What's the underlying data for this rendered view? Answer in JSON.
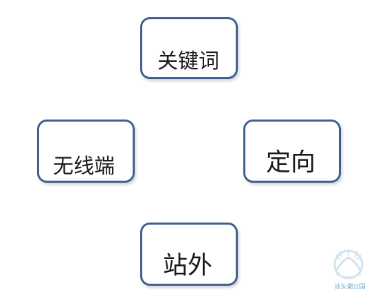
{
  "nodes": {
    "top": "关键词",
    "left": "无线端",
    "right": "定向",
    "bottom": "站外"
  },
  "watermark": {
    "text": "汕头潮公园",
    "icon": "park-logo-icon",
    "color": "#6fa6c9"
  },
  "colors": {
    "node_border": "#3f5f8e",
    "text": "#1a1a1a"
  }
}
